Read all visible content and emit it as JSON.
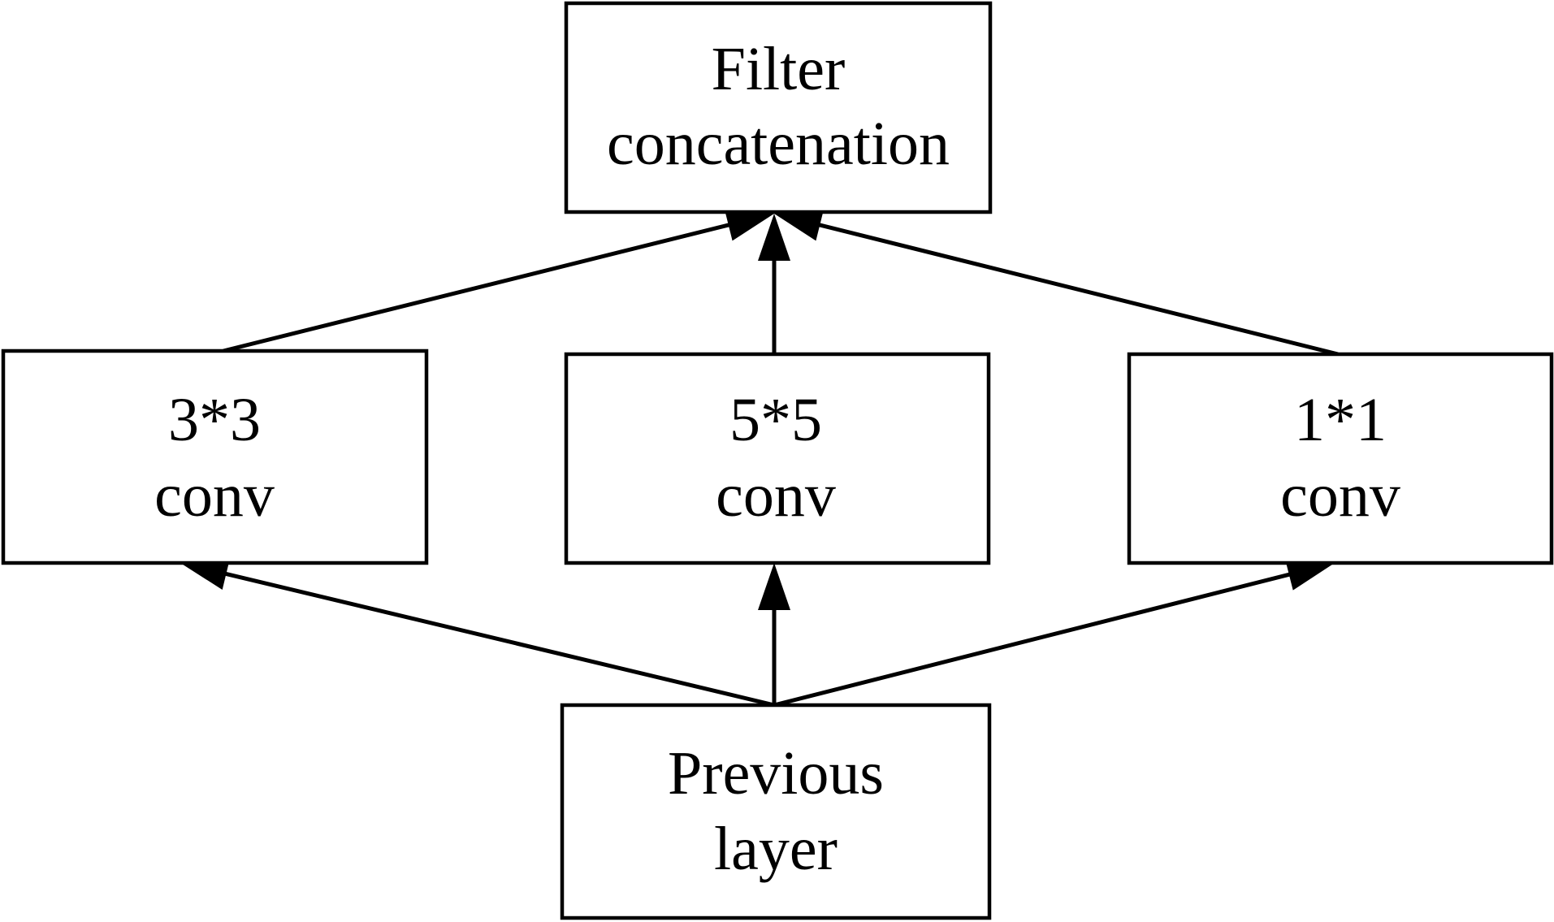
{
  "diagram": {
    "type": "flowchart",
    "description": "Inception-style module: parallel convolutions merged by filter concatenation",
    "colors": {
      "stroke": "#000000",
      "fill": "#ffffff",
      "text": "#000000"
    },
    "nodes": {
      "filter": {
        "lines": [
          "Filter",
          "concatenation"
        ]
      },
      "conv3": {
        "lines": [
          "3*3",
          "conv"
        ]
      },
      "conv5": {
        "lines": [
          "5*5",
          "conv"
        ]
      },
      "conv1": {
        "lines": [
          "1*1",
          "conv"
        ]
      },
      "prev": {
        "lines": [
          "Previous",
          "layer"
        ]
      }
    },
    "edges": [
      {
        "from": "prev",
        "to": "conv3",
        "arrow": "end"
      },
      {
        "from": "prev",
        "to": "conv5",
        "arrow": "end"
      },
      {
        "from": "prev",
        "to": "conv1",
        "arrow": "end"
      },
      {
        "from": "conv3",
        "to": "filter",
        "arrow": "end"
      },
      {
        "from": "conv5",
        "to": "filter",
        "arrow": "end"
      },
      {
        "from": "conv1",
        "to": "filter",
        "arrow": "end"
      }
    ]
  }
}
